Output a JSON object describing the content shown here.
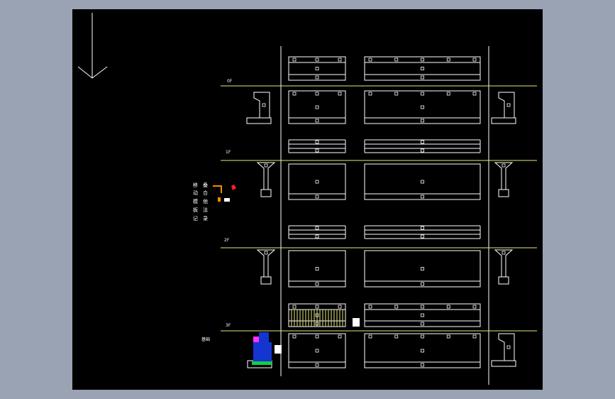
{
  "viewport": {
    "background": "#000000",
    "frame": "#99a3b4"
  },
  "colors": {
    "line": "#ffffff",
    "floor_line": "#e8e87a",
    "hatch": "#e8e87a",
    "red": "#ff2020",
    "orange": "#ff8800",
    "blue": "#1535d0",
    "green": "#10d040",
    "magenta": "#ff30ff"
  },
  "floor_labels": [
    "0F",
    "1F",
    "2F",
    "3F"
  ],
  "bottom_label": "基础",
  "legend_lines": [
    "移　叠",
    "动　合",
    "模　他",
    "板　法",
    "记　录"
  ],
  "icons": {
    "north_arrow": "down-arrow-icon"
  }
}
